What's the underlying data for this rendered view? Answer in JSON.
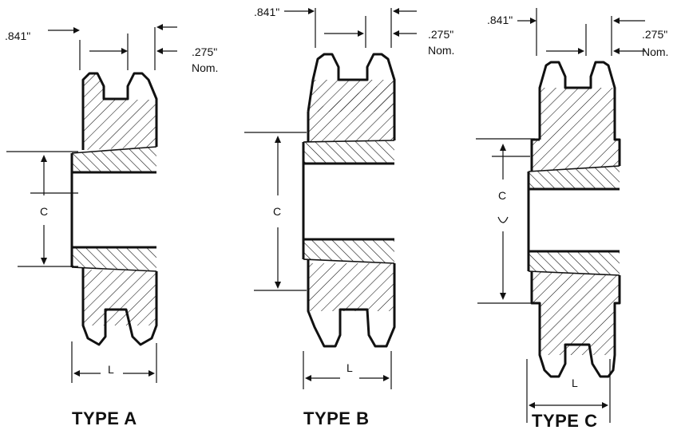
{
  "dimensions": {
    "tooth_width": ".841\"",
    "tooth_gap": ".275\"",
    "gap_note": "Nom.",
    "bore_label": "C",
    "length_label": "L"
  },
  "types": [
    {
      "title": "TYPE A"
    },
    {
      "title": "TYPE B"
    },
    {
      "title": "TYPE C"
    }
  ]
}
